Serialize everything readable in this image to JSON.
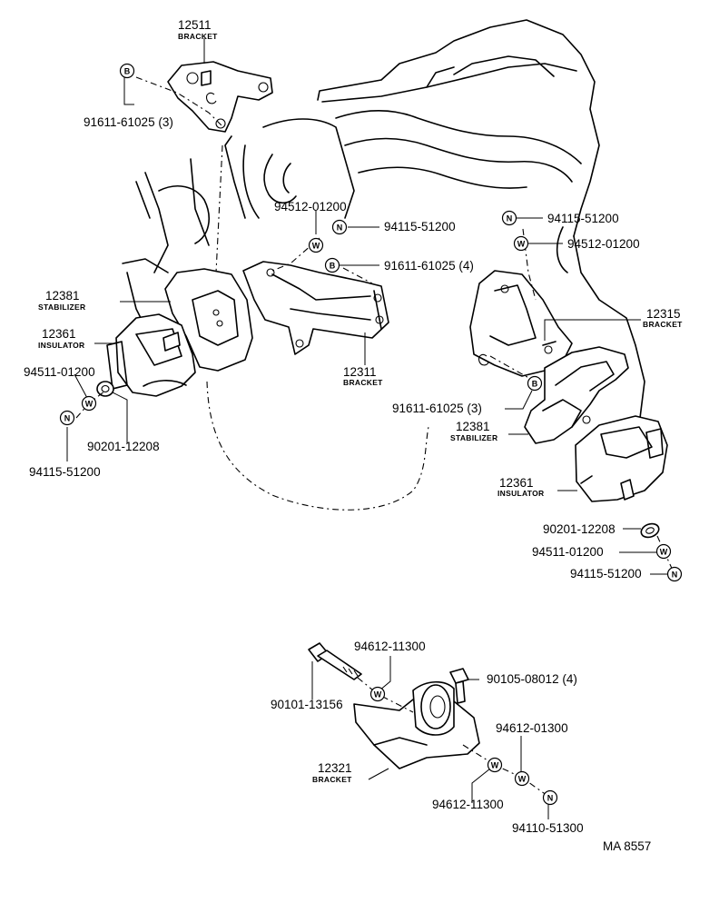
{
  "labels": {
    "p12511": "12511",
    "p12511_sub": "BRACKET",
    "p91611_a": "91611-61025 (3)",
    "p94512_a": "94512-01200",
    "p94115_a": "94115-51200",
    "p91611_b": "91611-61025 (4)",
    "p94115_b": "94115-51200",
    "p94512_b": "94512-01200",
    "p12381_a": "12381",
    "p12381_a_sub": "STABILIZER",
    "p12361_a": "12361",
    "p12361_a_sub": "INSULATOR",
    "p94511_a": "94511-01200",
    "p90201_a": "90201-12208",
    "p94115_c": "94115-51200",
    "p12311": "12311",
    "p12311_sub": "BRACKET",
    "p12315": "12315",
    "p12315_sub": "BRACKET",
    "p91611_c": "91611-61025 (3)",
    "p12381_b": "12381",
    "p12381_b_sub": "STABILIZER",
    "p12361_b": "12361",
    "p12361_b_sub": "INSULATOR",
    "p90201_b": "90201-12208",
    "p94511_b": "94511-01200",
    "p94115_d": "94115-51200",
    "p94612_a": "94612-11300",
    "p90105": "90105-08012 (4)",
    "p90101": "90101-13156",
    "p94612_b": "94612-01300",
    "p12321": "12321",
    "p12321_sub": "BRACKET",
    "p94612_c": "94612-11300",
    "p94110": "94110-51300",
    "ref": "MA 8557"
  },
  "symbols": {
    "bolt": "B",
    "nut": "N",
    "washer": "W"
  }
}
